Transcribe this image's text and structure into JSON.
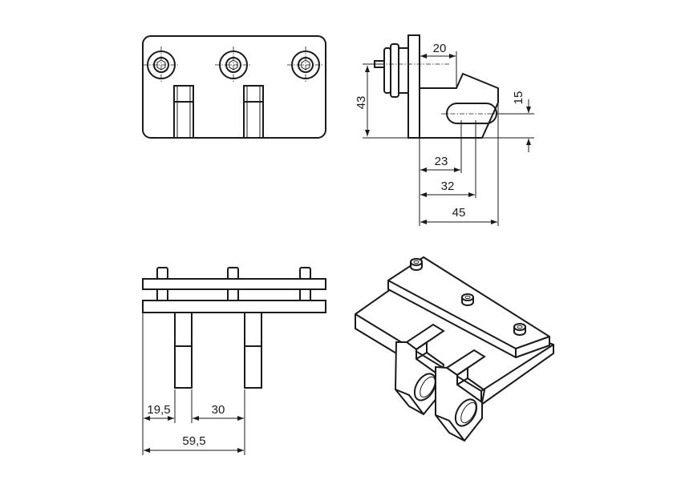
{
  "drawing": {
    "side_view": {
      "height": "43",
      "top_offset": "20",
      "slot_height": "15",
      "slot_start": "23",
      "slot_end": "32",
      "overall_depth": "45"
    },
    "bottom_view": {
      "edge_to_first_lug": "19,5",
      "lug_spacing": "30",
      "overall_width": "59,5"
    }
  },
  "colors": {
    "line": "#1a1a1a",
    "background": "#ffffff"
  }
}
